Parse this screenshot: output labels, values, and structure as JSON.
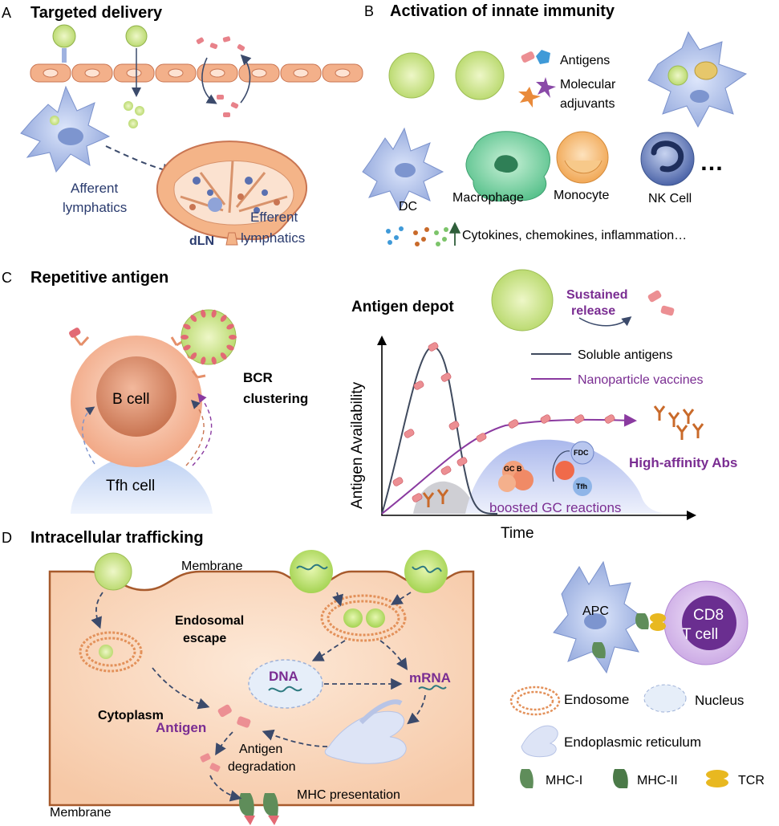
{
  "panels": {
    "a": {
      "letter": "A",
      "title": "Targeted delivery",
      "afferent_1": "Afferent",
      "afferent_2": "lymphatics",
      "efferent_1": "Efferent",
      "efferent_2": "lymphatics",
      "dln": "dLN"
    },
    "b": {
      "letter": "B",
      "title": "Activation of innate immunity",
      "antigens": "Antigens",
      "adjuvants_1": "Molecular",
      "adjuvants_2": "adjuvants",
      "dc": "DC",
      "macrophage": "Macrophage",
      "monocyte": "Monocyte",
      "nk": "NK Cell",
      "ellipsis": "…",
      "cytokines": "Cytokines, chemokines, inflammation…"
    },
    "c": {
      "letter": "C",
      "title": "Repetitive antigen",
      "b_cell": "B cell",
      "tfh_cell": "Tfh cell",
      "bcr_1": "BCR",
      "bcr_2": "clustering",
      "depot": "Antigen depot",
      "sustained_1": "Sustained",
      "sustained_2": "release",
      "legend_soluble": "Soluble antigens",
      "legend_nano": "Nanoparticle vaccines",
      "high_affinity": "High-affinity Abs",
      "gc_b": "GC B",
      "fdc": "FDC",
      "tfh": "Tfh",
      "boosted": "boosted GC reactions",
      "x_label": "Time",
      "y_label": "Antigen Availability"
    },
    "d": {
      "letter": "D",
      "title": "Intracellular trafficking",
      "membrane_top": "Membrane",
      "membrane_bottom": "Membrane",
      "endosomal_1": "Endosomal",
      "endosomal_2": "escape",
      "dna": "DNA",
      "mrna": "mRNA",
      "cytoplasm": "Cytoplasm",
      "antigen": "Antigen",
      "degr_1": "Antigen",
      "degr_2": "degradation",
      "mhc_presentation": "MHC presentation",
      "apc": "APC",
      "cd8_1": "CD8",
      "cd8_2": "T cell",
      "endosome": "Endosome",
      "nucleus": "Nucleus",
      "er": "Endoplasmic reticulum",
      "mhc1": "MHC-I",
      "mhc2": "MHC-II",
      "tcr": "TCR"
    }
  },
  "colors": {
    "accent_purple": "#7a2d92",
    "navy": "#2a3b6e",
    "cell_blue": "#a9bbe6",
    "tissue_orange": "#f0b48e",
    "nanoparticle_green": "#c6e27a",
    "antigen_pink": "#e26a74",
    "soluble_line": "#3f4a5e",
    "nanoparticle_line": "#8a3aa0"
  }
}
